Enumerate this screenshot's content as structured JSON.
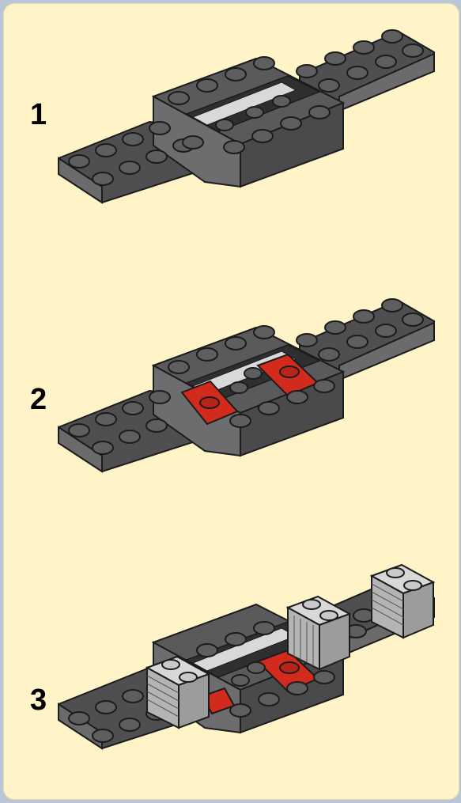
{
  "steps": [
    {
      "number": "1"
    },
    {
      "number": "2"
    },
    {
      "number": "3"
    }
  ],
  "colors": {
    "background": "#fff3c8",
    "frame": "#b9c6d6",
    "plate_dark_gray": "#58585a",
    "brick_red": "#d32a1e",
    "grille_light_gray": "#c9c9c9"
  }
}
